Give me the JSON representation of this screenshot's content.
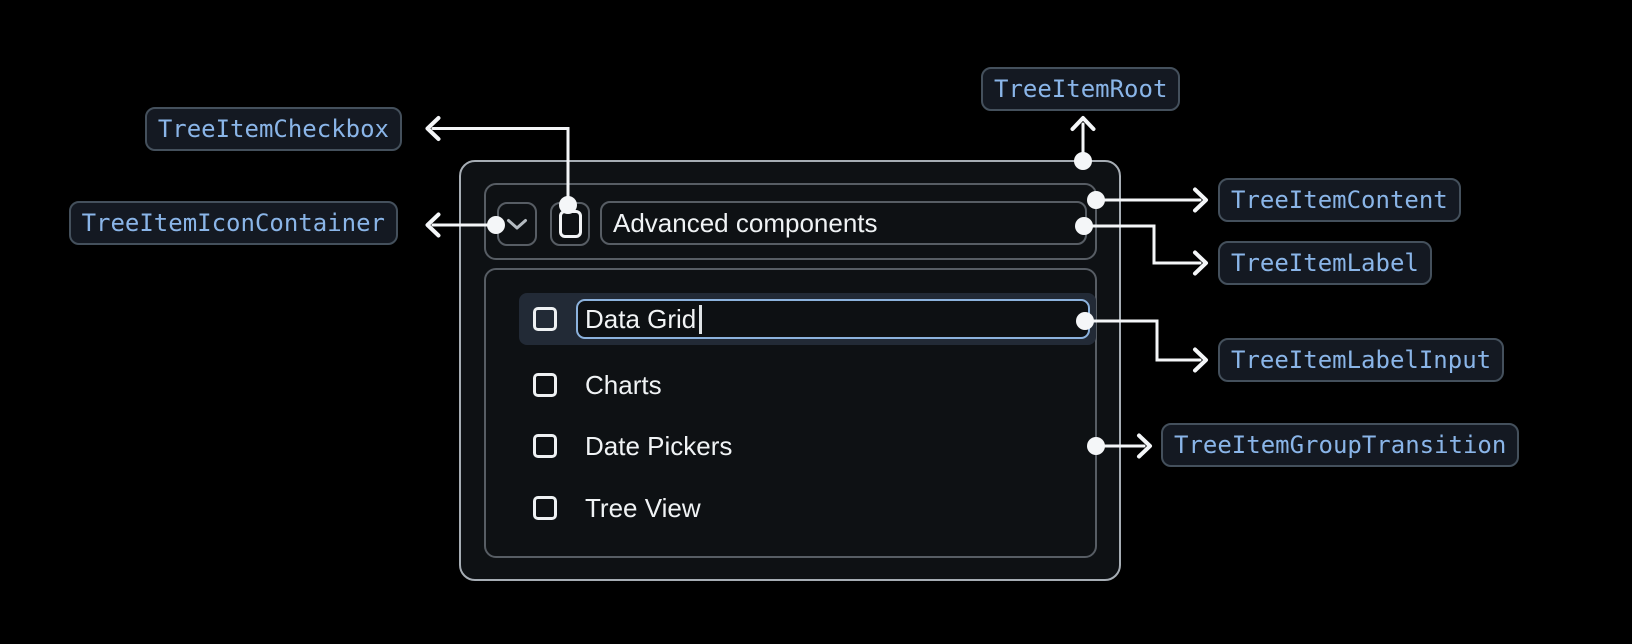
{
  "diagram": {
    "annotations": {
      "root": "TreeItemRoot",
      "checkbox": "TreeItemCheckbox",
      "icon_container": "TreeItemIconContainer",
      "content": "TreeItemContent",
      "label": "TreeItemLabel",
      "label_input": "TreeItemLabelInput",
      "group_transition": "TreeItemGroupTransition"
    }
  },
  "tree": {
    "parent": {
      "label": "Advanced components",
      "expanded": true,
      "checked": false
    },
    "children": [
      {
        "label": "Data Grid",
        "editing": true,
        "checked": false
      },
      {
        "label": "Charts",
        "checked": false
      },
      {
        "label": "Date Pickers",
        "checked": false
      },
      {
        "label": "Tree View",
        "checked": false
      }
    ]
  },
  "icons": {
    "expand": "chevron-down",
    "checkbox": "square-outline",
    "caret": "text-cursor"
  },
  "colors": {
    "background": "#000000",
    "annotation_text": "#8ab5e8",
    "annotation_bg": "#141922",
    "annotation_border": "#44505c",
    "panel_border": "#a6adb4",
    "inner_border": "#575d64",
    "connector": "#f4f6f8",
    "highlight_row_bg": "#222a36",
    "input_border": "#8cb2dd",
    "text": "#f0f3f5"
  }
}
